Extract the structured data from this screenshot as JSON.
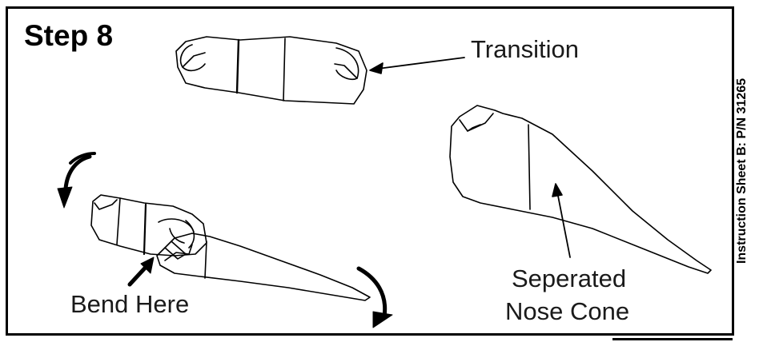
{
  "title": "Step 8",
  "labels": {
    "transition": "Transition",
    "bend_here": "Bend Here",
    "nose_cone_line1": "Seperated",
    "nose_cone_line2": "Nose Cone"
  },
  "side_text": "Instruction Sheet B: P/N 31265",
  "colors": {
    "ink": "#000000",
    "background": "#ffffff"
  }
}
